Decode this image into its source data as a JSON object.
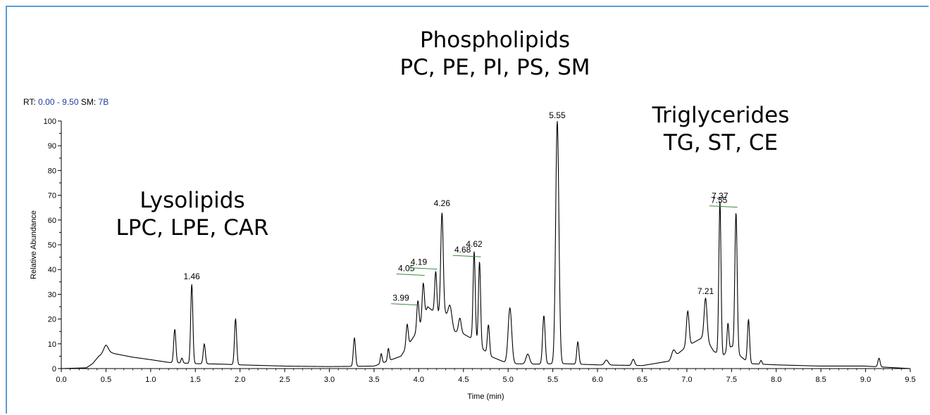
{
  "header": {
    "rt_label": "RT:",
    "rt_value": "0.00 - 9.50",
    "sm_label": "SM:",
    "sm_value": "7B"
  },
  "regions": [
    {
      "line1": "Lysolipids",
      "line2": "LPC, LPE, CAR"
    },
    {
      "line1": "Phospholipids",
      "line2": "PC, PE, PI, PS, SM"
    },
    {
      "line1": "Triglycerides",
      "line2": "TG, ST, CE"
    }
  ],
  "chart_data": {
    "type": "line",
    "title": "",
    "xlabel": "Time (min)",
    "ylabel": "Relative Abundance",
    "xlim": [
      0,
      9.5
    ],
    "ylim": [
      0,
      100
    ],
    "x_ticks": [
      "0.0",
      "0.5",
      "1.0",
      "1.5",
      "2.0",
      "2.5",
      "3.0",
      "3.5",
      "4.0",
      "4.5",
      "5.0",
      "5.5",
      "6.0",
      "6.5",
      "7.0",
      "7.5",
      "8.0",
      "8.5",
      "9.0",
      "9.5"
    ],
    "y_ticks": [
      "0",
      "10",
      "20",
      "30",
      "40",
      "50",
      "60",
      "70",
      "80",
      "90",
      "100"
    ],
    "grid": false,
    "line_color": "#000000",
    "baseline": [
      [
        0,
        0
      ],
      [
        0.28,
        0.3
      ],
      [
        0.35,
        2
      ],
      [
        0.42,
        5
      ],
      [
        0.5,
        7
      ],
      [
        0.6,
        6
      ],
      [
        0.8,
        4.6
      ],
      [
        1.0,
        3.6
      ],
      [
        1.2,
        2.5
      ],
      [
        1.5,
        2
      ],
      [
        1.8,
        1.8
      ],
      [
        2.0,
        1.5
      ],
      [
        2.5,
        1
      ],
      [
        3.0,
        0.8
      ],
      [
        3.5,
        1
      ],
      [
        3.8,
        5
      ],
      [
        4.0,
        16
      ],
      [
        4.1,
        25
      ],
      [
        4.2,
        22
      ],
      [
        4.3,
        22
      ],
      [
        4.4,
        15
      ],
      [
        4.5,
        14
      ],
      [
        4.6,
        12
      ],
      [
        4.8,
        5
      ],
      [
        5.0,
        2
      ],
      [
        5.3,
        1.8
      ],
      [
        5.6,
        2
      ],
      [
        6.0,
        1.5
      ],
      [
        6.5,
        1.2
      ],
      [
        6.8,
        3
      ],
      [
        7.0,
        9
      ],
      [
        7.2,
        13
      ],
      [
        7.3,
        7
      ],
      [
        7.4,
        5
      ],
      [
        7.5,
        9
      ],
      [
        7.6,
        5
      ],
      [
        7.7,
        2
      ],
      [
        8.0,
        1.5
      ],
      [
        8.5,
        1
      ],
      [
        9.0,
        1
      ],
      [
        9.5,
        0
      ]
    ],
    "peaks": [
      {
        "rt": 0.5,
        "height": 2.5,
        "width": 0.025
      },
      {
        "rt": 1.27,
        "height": 13.5,
        "width": 0.012
      },
      {
        "rt": 1.35,
        "height": 2,
        "width": 0.01
      },
      {
        "rt": 1.46,
        "height": 32,
        "width": 0.012
      },
      {
        "rt": 1.6,
        "height": 8,
        "width": 0.012
      },
      {
        "rt": 1.95,
        "height": 18.5,
        "width": 0.012
      },
      {
        "rt": 3.28,
        "height": 11.5,
        "width": 0.012
      },
      {
        "rt": 3.58,
        "height": 4,
        "width": 0.01
      },
      {
        "rt": 3.66,
        "height": 5,
        "width": 0.01
      },
      {
        "rt": 3.87,
        "height": 9,
        "width": 0.012
      },
      {
        "rt": 3.99,
        "height": 12,
        "width": 0.012
      },
      {
        "rt": 4.05,
        "height": 14,
        "width": 0.012
      },
      {
        "rt": 4.19,
        "height": 17,
        "width": 0.012
      },
      {
        "rt": 4.26,
        "height": 41,
        "width": 0.014
      },
      {
        "rt": 4.35,
        "height": 7,
        "width": 0.02
      },
      {
        "rt": 4.46,
        "height": 6,
        "width": 0.015
      },
      {
        "rt": 4.62,
        "height": 36,
        "width": 0.012
      },
      {
        "rt": 4.68,
        "height": 34,
        "width": 0.012
      },
      {
        "rt": 4.78,
        "height": 12,
        "width": 0.012
      },
      {
        "rt": 5.02,
        "height": 22.5,
        "width": 0.02
      },
      {
        "rt": 5.22,
        "height": 4,
        "width": 0.02
      },
      {
        "rt": 5.4,
        "height": 19.5,
        "width": 0.014
      },
      {
        "rt": 5.55,
        "height": 98,
        "width": 0.018
      },
      {
        "rt": 5.78,
        "height": 9,
        "width": 0.012
      },
      {
        "rt": 6.1,
        "height": 2,
        "width": 0.02
      },
      {
        "rt": 6.4,
        "height": 2.5,
        "width": 0.015
      },
      {
        "rt": 6.85,
        "height": 3,
        "width": 0.02
      },
      {
        "rt": 7.01,
        "height": 14,
        "width": 0.015
      },
      {
        "rt": 7.21,
        "height": 16,
        "width": 0.016
      },
      {
        "rt": 7.37,
        "height": 62,
        "width": 0.012
      },
      {
        "rt": 7.46,
        "height": 11,
        "width": 0.01
      },
      {
        "rt": 7.55,
        "height": 56,
        "width": 0.013
      },
      {
        "rt": 7.69,
        "height": 17.5,
        "width": 0.012
      },
      {
        "rt": 7.83,
        "height": 1.5,
        "width": 0.01
      },
      {
        "rt": 9.15,
        "height": 3.5,
        "width": 0.012
      }
    ],
    "peak_labels": [
      {
        "label": "1.46",
        "rt": 1.46,
        "y": 35
      },
      {
        "label": "3.99",
        "rt": 3.99,
        "y": 26.5,
        "leader": true
      },
      {
        "label": "4.05",
        "rt": 4.05,
        "y": 38.5,
        "leader": true
      },
      {
        "label": "4.19",
        "rt": 4.19,
        "y": 41,
        "leader": true
      },
      {
        "label": "4.26",
        "rt": 4.26,
        "y": 64.5
      },
      {
        "label": "4.62",
        "rt": 4.62,
        "y": 48
      },
      {
        "label": "4.68",
        "rt": 4.68,
        "y": 46,
        "leader": true
      },
      {
        "label": "5.55",
        "rt": 5.55,
        "y": 100
      },
      {
        "label": "7.21",
        "rt": 7.21,
        "y": 29
      },
      {
        "label": "7.37",
        "rt": 7.37,
        "y": 67.5
      },
      {
        "label": "7.55",
        "rt": 7.55,
        "y": 66,
        "leader": true
      }
    ]
  }
}
